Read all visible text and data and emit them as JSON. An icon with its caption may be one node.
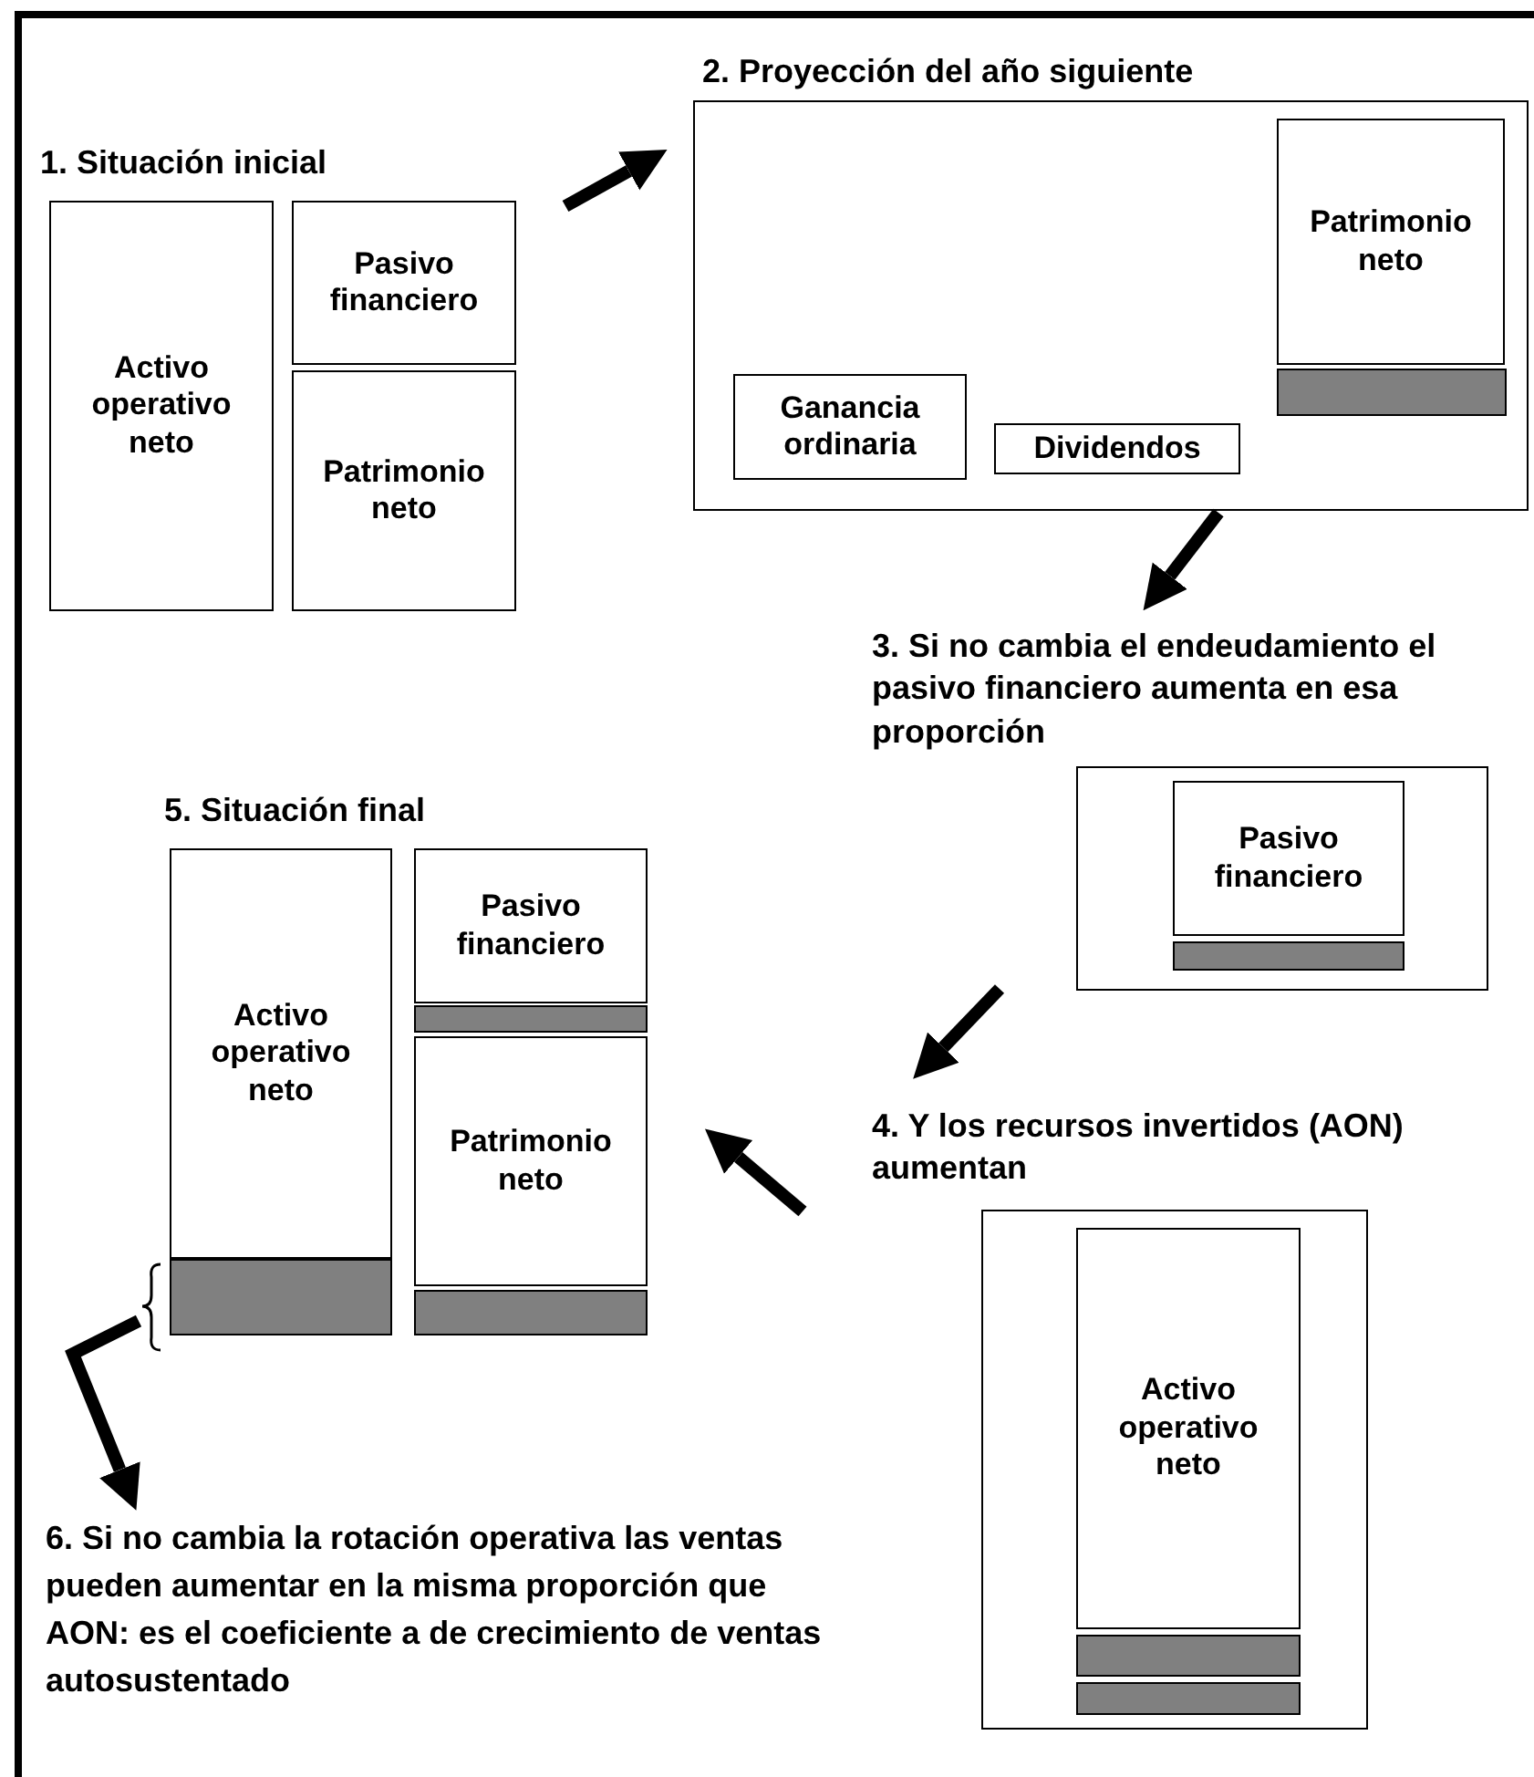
{
  "diagram": {
    "nodes": [
      {
        "text": [
          "1. Situación inicial"
        ]
      },
      {
        "text": [
          "Activo operativo neto"
        ],
        "in": 0
      },
      {
        "text": [
          "Pasivo financiero"
        ],
        "in": 0
      },
      {
        "text": [
          "Patrimonio neto"
        ],
        "in": 0
      },
      {
        "text": [
          "2. Proyección del año siguiente"
        ]
      },
      {
        "text": [
          "Patrimonio neto"
        ],
        "in": 4
      },
      {
        "text": [],
        "shape": "bar",
        "in": 4
      },
      {
        "text": [
          "Ganancia ordinaria"
        ],
        "in": 4
      },
      {
        "text": [
          "Dividendos"
        ],
        "in": 4
      },
      {
        "text": [
          "3. Si no cambia el endeudamiento el pasivo financiero aumenta en esa proporción"
        ]
      },
      {
        "text": [
          "Pasivo financiero"
        ],
        "in": 9
      },
      {
        "text": [],
        "shape": "bar",
        "in": 9
      },
      {
        "text": [
          "4. Y los recursos invertidos (AON) aumentan"
        ]
      },
      {
        "text": [
          "Activo operativo neto"
        ],
        "in": 12
      },
      {
        "text": [],
        "shape": "bar",
        "in": 12
      },
      {
        "text": [],
        "shape": "bar",
        "in": 12
      },
      {
        "text": [
          "5. Situación final"
        ]
      },
      {
        "text": [
          "Activo operativo neto"
        ],
        "in": 16
      },
      {
        "text": [],
        "shape": "bar",
        "in": 16
      },
      {
        "text": [
          "Pasivo financiero"
        ],
        "in": 16
      },
      {
        "text": [],
        "shape": "bar",
        "in": 16
      },
      {
        "text": [
          "Patrimonio neto"
        ],
        "in": 16
      },
      {
        "text": [],
        "shape": "bar",
        "in": 16
      },
      {
        "text": [
          "6. Si no cambia la rotación operativa las ventas pueden aumentar en la misma proporción que AON: es el coeficiente a de crecimiento de ventas autosustentado"
        ]
      }
    ],
    "edges": [
      {
        "from": 0,
        "to": 4,
        "arrow": "to"
      },
      {
        "from": 4,
        "to": 9,
        "arrow": "to"
      },
      {
        "from": 9,
        "to": 12,
        "arrow": "to"
      },
      {
        "from": 12,
        "to": 16,
        "arrow": "to"
      },
      {
        "from": 18,
        "to": 23,
        "arrow": "to"
      }
    ]
  }
}
